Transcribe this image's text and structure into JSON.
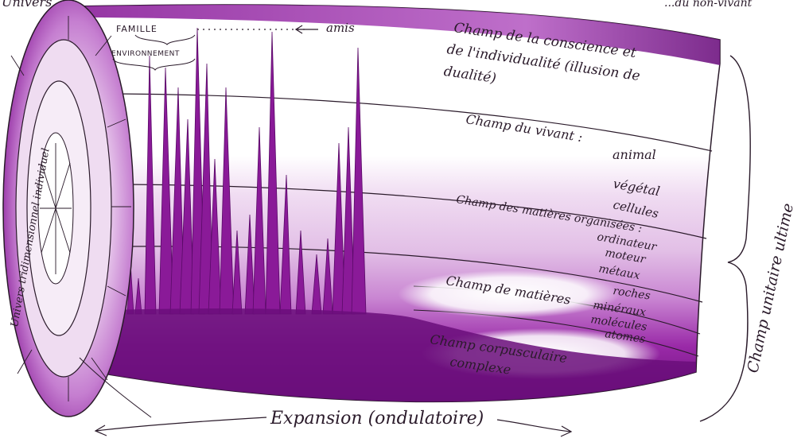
{
  "colors": {
    "purple_dark": "#7a1a8a",
    "purple_mid": "#a03aae",
    "purple_light": "#e6c8ea",
    "ink": "#2a1a2a",
    "paper": "#ffffff"
  },
  "top_label": {
    "left_partial": "Univers",
    "right_partial": "...du non-vivant"
  },
  "end_face": {
    "vertical_label": "Univers tridimensionnel individuel"
  },
  "top_notes": {
    "famille": "FAMILLE",
    "environnement": "ENVIRONNEMENT",
    "amis": "amis"
  },
  "fields": {
    "conscience": {
      "line1": "Champ de la conscience et",
      "line2": "de l'individualité (illusion de",
      "line3": "dualité)"
    },
    "vivant": {
      "title": "Champ du vivant :",
      "items": [
        "animal",
        "végétal",
        "cellules"
      ]
    },
    "organisees": {
      "title": "Champ des matières organisées :",
      "items": [
        "ordinateur",
        "moteur",
        "métaux"
      ]
    },
    "matieres": {
      "title": "Champ de matières",
      "items": [
        "roches",
        "minéraux",
        "molécules",
        "atomes"
      ]
    },
    "corpusculaire": {
      "line1": "Champ corpusculaire",
      "line2": "complexe"
    }
  },
  "right_brace": {
    "label": "Champ unitaire ultime"
  },
  "bottom": {
    "label": "Expansion (ondulatoire)"
  }
}
